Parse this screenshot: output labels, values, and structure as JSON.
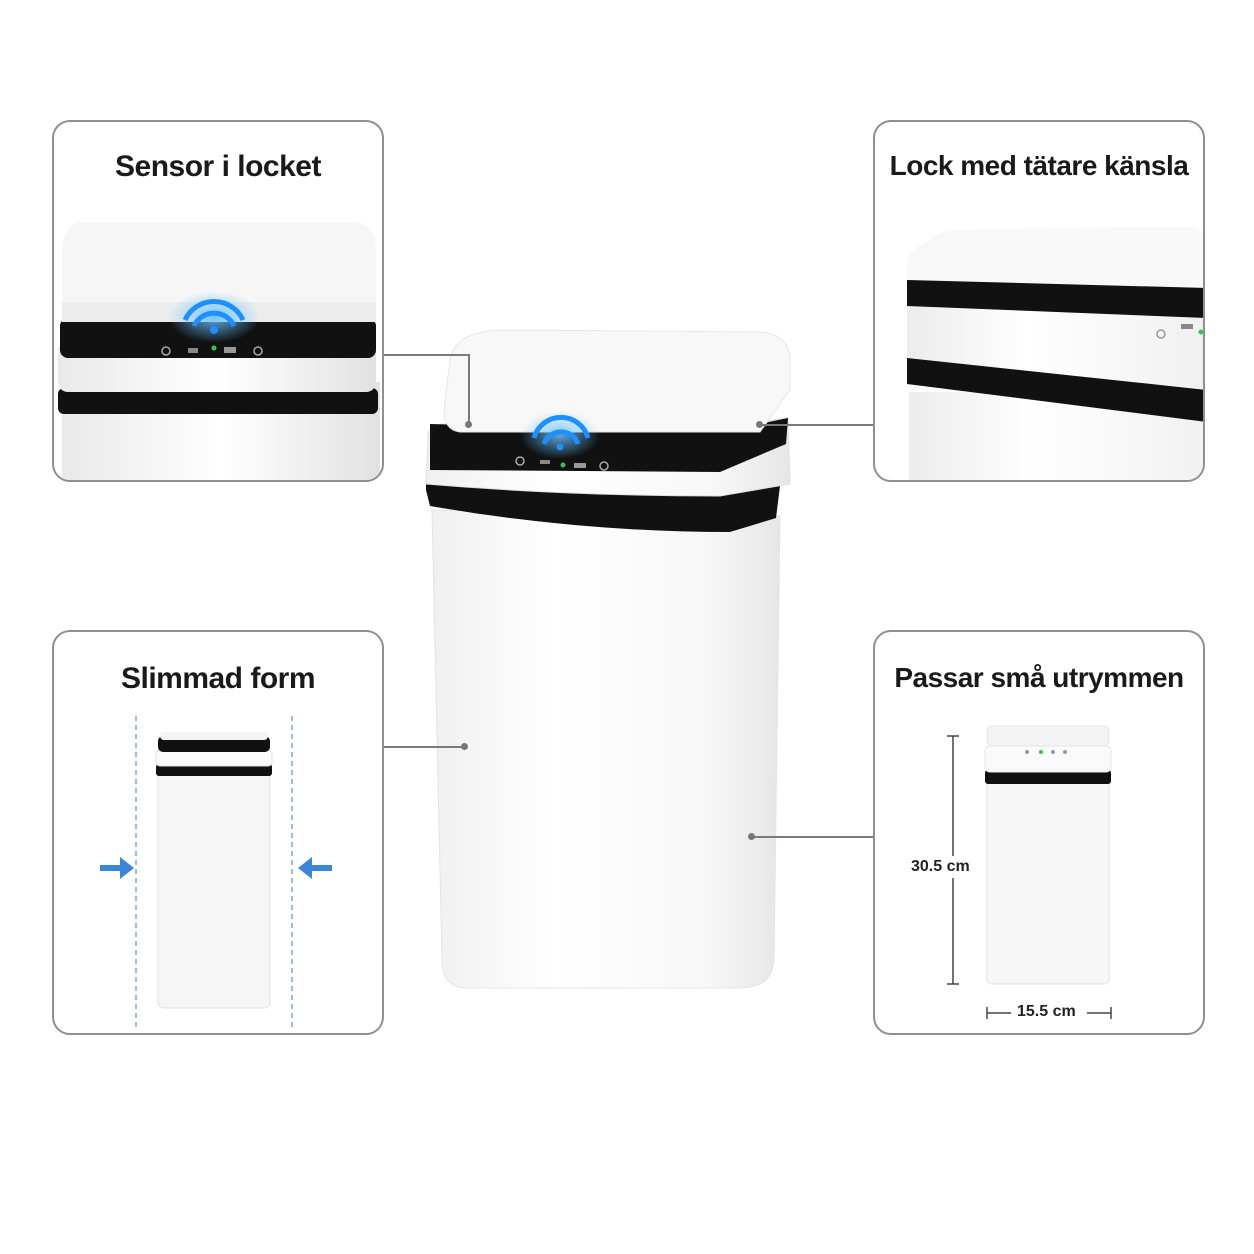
{
  "panels": {
    "sensor": {
      "title": "Sensor i locket"
    },
    "lid": {
      "title": "Lock med tätare känsla"
    },
    "slim": {
      "title": "Slimmad form"
    },
    "space": {
      "title": "Passar små utrymmen",
      "height_label": "30.5 cm",
      "width_label": "15.5 cm"
    }
  },
  "colors": {
    "bin_white": "#ffffff",
    "band_black": "#111111",
    "sensor_blue": "#1e8fff",
    "arrow_blue": "#3a86d8"
  }
}
